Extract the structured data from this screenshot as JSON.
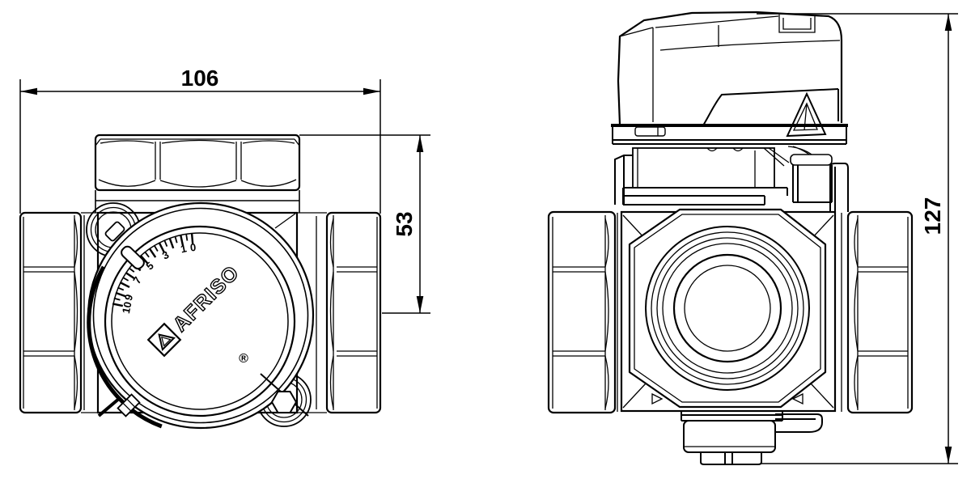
{
  "page": {
    "background": "#ffffff",
    "line_color": "#000000",
    "description": "Technical dimension drawing of AFRISO 3-way rotary mixing valve with actuator, front view and side view"
  },
  "drawing": {
    "dimensions": {
      "width": "106",
      "height_upper": "53",
      "height_total": "127"
    },
    "dial": {
      "brand": "AFRISO",
      "registered_mark": "®",
      "scale_labels": [
        "0",
        "1",
        "3",
        "5",
        "7",
        "9",
        "10"
      ]
    }
  }
}
